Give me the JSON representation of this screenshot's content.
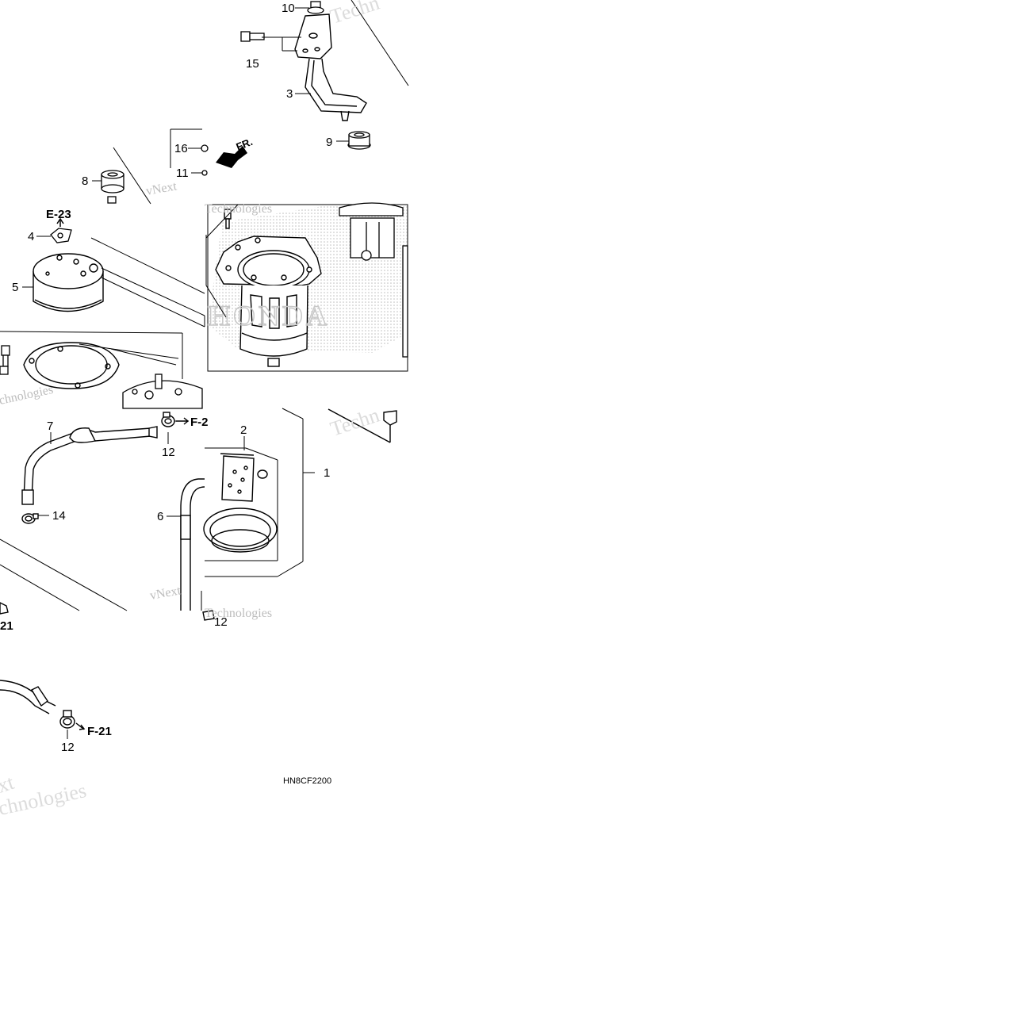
{
  "callouts": {
    "p1": "1",
    "p2": "2",
    "p3": "3",
    "p4": "4",
    "p5": "5",
    "p6": "6",
    "p7": "7",
    "p8": "8",
    "p9": "9",
    "p10": "10",
    "p11": "11",
    "p12a": "12",
    "p12b": "12",
    "p12c": "12",
    "p14": "14",
    "p15": "15",
    "p16": "16"
  },
  "references": {
    "e23": "E-23",
    "f21_top": "F-2",
    "f21_bottom": "F-21",
    "f21_left": "21"
  },
  "direction_label": "FR.",
  "diagram_code": "HN8CF2200",
  "brand_outline": "HONDA",
  "watermarks": [
    "vNext",
    "Technologies",
    "Techn",
    "xt",
    "chnologies"
  ]
}
